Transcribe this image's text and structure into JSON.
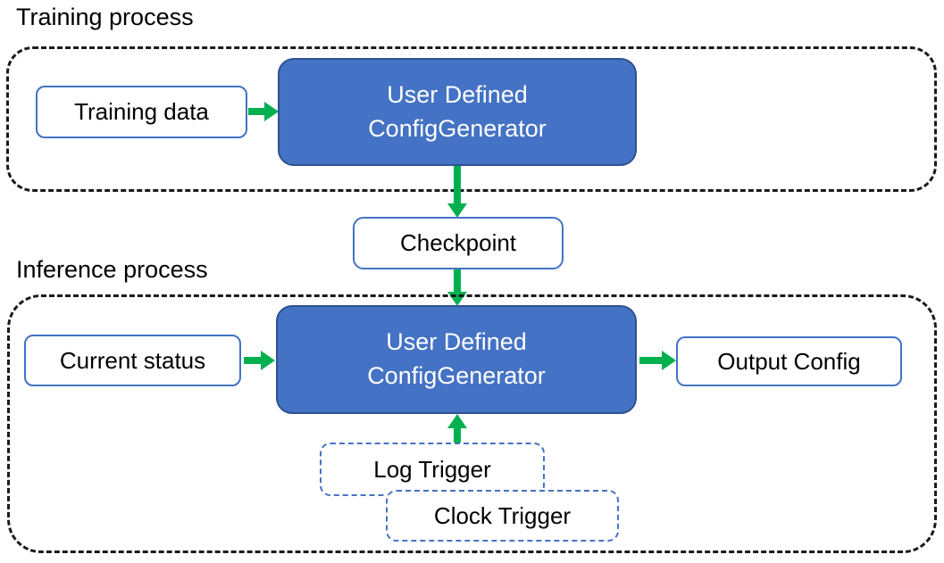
{
  "diagram": {
    "training": {
      "label": "Training process",
      "input_box": "Training data",
      "generator_line1": "User Defined",
      "generator_line2": "ConfigGenerator"
    },
    "checkpoint": {
      "label": "Checkpoint"
    },
    "inference": {
      "label": "Inference process",
      "input_box": "Current status",
      "generator_line1": "User Defined",
      "generator_line2": "ConfigGenerator",
      "output_box": "Output Config",
      "log_trigger": "Log Trigger",
      "clock_trigger": "Clock Trigger"
    },
    "colors": {
      "generator_fill": "#4472C4",
      "generator_border": "#2F528F",
      "light_box_border": "#4472C4",
      "trigger_border": "#4472C4",
      "arrow_green": "#00B050",
      "container_border": "#1a1a1a",
      "text_dark": "#000000",
      "text_light": "#FFFFFF"
    }
  }
}
